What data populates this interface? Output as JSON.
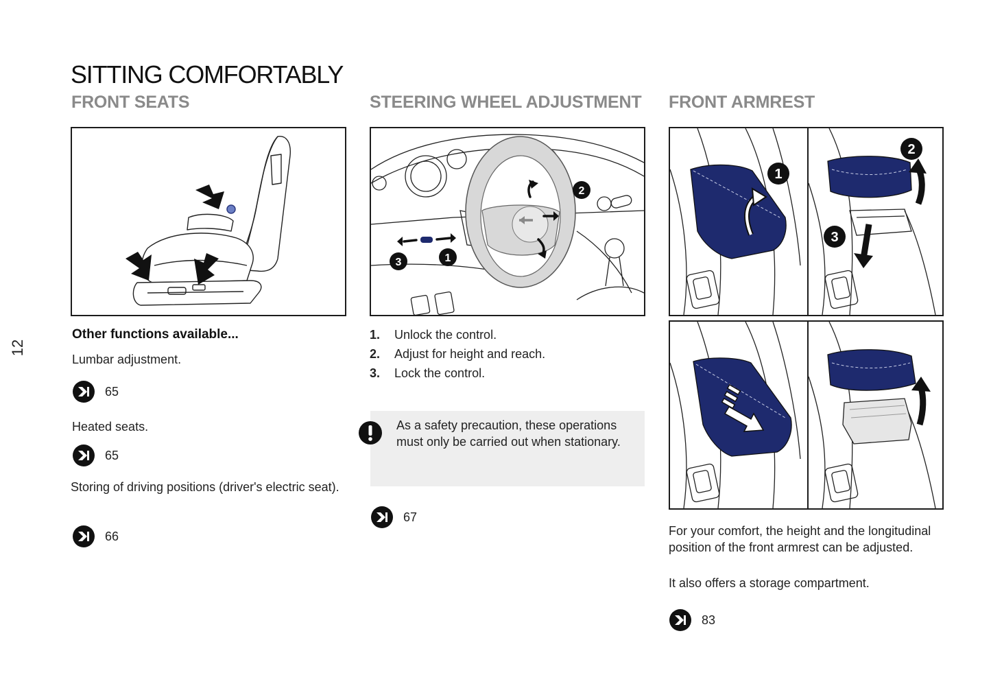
{
  "page": {
    "number": "12",
    "title": "SITTING COMFORTABLY"
  },
  "front_seats": {
    "heading": "FRONT SEATS",
    "other_functions": "Other functions available...",
    "items": [
      {
        "text": "Lumbar adjustment.",
        "ref": "65"
      },
      {
        "text": "Heated seats.",
        "ref": "65"
      },
      {
        "text": "Storing of driving positions (driver's electric seat).",
        "ref": "66"
      }
    ]
  },
  "steering": {
    "heading": "STEERING WHEEL ADJUSTMENT",
    "steps": [
      {
        "num": "1.",
        "text": "Unlock the control."
      },
      {
        "num": "2.",
        "text": "Adjust for height and reach."
      },
      {
        "num": "3.",
        "text": "Lock the control."
      }
    ],
    "warning": "As a safety precaution, these operations must only be carried out when stationary.",
    "ref": "67",
    "callouts": [
      "1",
      "2",
      "3"
    ]
  },
  "armrest": {
    "heading": "FRONT ARMREST",
    "paragraph1": "For your comfort, the height and the longitudinal position of the front armrest can be adjusted.",
    "paragraph2": "It also offers a storage compartment.",
    "ref": "83",
    "callouts": [
      "1",
      "2",
      "3"
    ]
  },
  "colors": {
    "armrest_blue": "#1e2a6e",
    "heading_gray": "#8a8a8a",
    "warning_bg": "#eeeeee"
  },
  "icons": {
    "reference": "reference-arrow-icon",
    "warning": "warning-exclamation-icon"
  }
}
